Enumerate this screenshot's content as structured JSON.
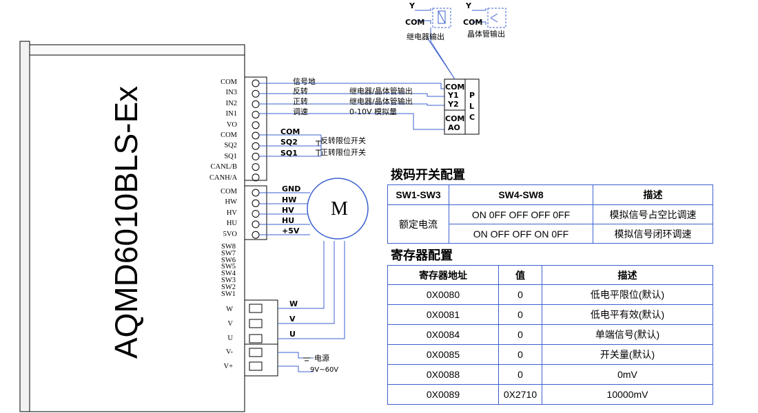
{
  "driver": {
    "model": "AQMD6010BLS-Ex",
    "pins_top": [
      "COM",
      "IN3",
      "IN2",
      "IN1",
      "VO",
      "COM",
      "SQ2",
      "SQ1",
      "CANL/B",
      "CANH/A"
    ],
    "pins_hall": [
      "COM",
      "HW",
      "HV",
      "HU",
      "5VO"
    ],
    "pins_switch": [
      "SW8",
      "SW7",
      "SW6",
      "SW5",
      "SW4",
      "SW3",
      "SW2",
      "SW1"
    ],
    "pins_power": [
      "W",
      "V",
      "U",
      "V-",
      "V+"
    ]
  },
  "wiring": {
    "signal_ground": "信号地",
    "reverse": "反转",
    "forward": "正转",
    "speed": "调速",
    "relay_transistor_out_1": "继电器/晶体管输出",
    "relay_transistor_out_2": "继电器/晶体管输出",
    "analog": "0-10V 模拟量",
    "limit_com": "COM",
    "sq2": "SQ2",
    "sq1": "SQ1",
    "reverse_limit": "反转限位开关",
    "forward_limit": "正转限位开关",
    "gnd": "GND",
    "hw": "HW",
    "hv": "HV",
    "hu": "HU",
    "plus5v": "+5V",
    "w": "W",
    "v": "V",
    "u": "U",
    "power": "电源",
    "power_range": "9V~60V"
  },
  "plc": {
    "terminals": [
      "COM",
      "Y1",
      "Y2",
      "COM",
      "AO"
    ],
    "label": [
      "P",
      "L",
      "C"
    ]
  },
  "legend": {
    "y1": "Y",
    "com1": "COM",
    "relay_output": "继电器输出",
    "y2": "Y",
    "com2": "COM",
    "transistor_output": "晶体管输出"
  },
  "motor": {
    "label": "M"
  },
  "dip_config": {
    "title": "拨码开关配置",
    "headers": [
      "SW1-SW3",
      "SW4-SW8",
      "描述"
    ],
    "mode": "额定电流",
    "rows": [
      {
        "sw": "ON 0FF OFF OFF 0FF",
        "desc": "模拟信号占空比调速"
      },
      {
        "sw": "ON OFF OFF ON 0FF",
        "desc": "模拟信号闭环调速"
      }
    ]
  },
  "register_config": {
    "title": "寄存器配置",
    "headers": [
      "寄存器地址",
      "值",
      "描述"
    ],
    "rows": [
      {
        "addr": "0X0080",
        "value": "0",
        "desc": "低电平限位(默认)"
      },
      {
        "addr": "0X0081",
        "value": "0",
        "desc": "低电平有效(默认)"
      },
      {
        "addr": "0X0084",
        "value": "0",
        "desc": "单端信号(默认)"
      },
      {
        "addr": "0X0085",
        "value": "0",
        "desc": "开关量(默认)"
      },
      {
        "addr": "0X0088",
        "value": "0",
        "desc": "0mV"
      },
      {
        "addr": "0X0089",
        "value": "0X2710",
        "desc": "10000mV"
      }
    ]
  }
}
